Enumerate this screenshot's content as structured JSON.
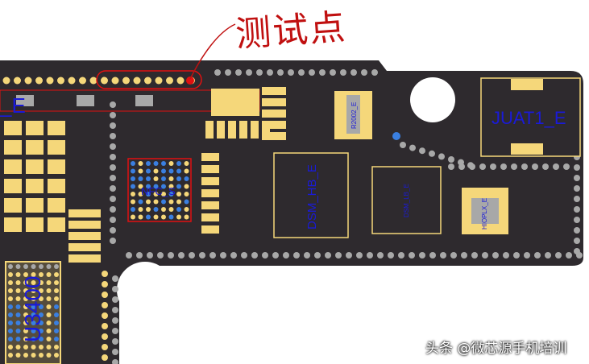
{
  "annotation": {
    "text": "测试点",
    "color": "#c01010"
  },
  "watermark": "头条 @微芯源手机培训",
  "components": {
    "juat": "JUAT1_E",
    "dsm_hb": "DSM_HB_E",
    "dsm_lb": "DSM_LB_E",
    "hioplx": "HIOPLX_E",
    "r2002": "R2002_E",
    "nfc": "NFC_S",
    "u3400": "U3400",
    "edge_label": "_E"
  },
  "colors": {
    "board": "#2e2a2e",
    "pad": "#f5d77a",
    "pad_gray": "#a8a8a8",
    "pin_blue": "#3a7fe0",
    "label": "#1a1ad8",
    "highlight": "#e01010"
  }
}
